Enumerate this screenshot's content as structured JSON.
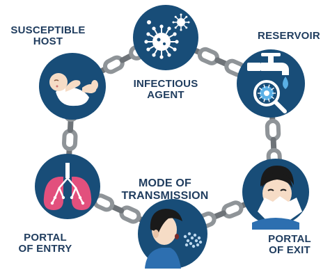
{
  "diagram": {
    "title": "",
    "nodes": [
      {
        "id": "infectious-agent",
        "lines": [
          "INFECTIOUS",
          "AGENT"
        ],
        "icon": "virus-icon"
      },
      {
        "id": "reservoir",
        "lines": [
          "RESERVOIR"
        ],
        "icon": "faucet-bacteria-icon"
      },
      {
        "id": "portal-of-exit",
        "lines": [
          "PORTAL",
          "OF EXIT"
        ],
        "icon": "sneezing-person-icon"
      },
      {
        "id": "mode-of-transmission",
        "lines": [
          "MODE OF",
          "TRANSMISSION"
        ],
        "icon": "coughing-person-icon"
      },
      {
        "id": "portal-of-entry",
        "lines": [
          "PORTAL",
          "OF ENTRY"
        ],
        "icon": "lungs-icon"
      },
      {
        "id": "susceptible-host",
        "lines": [
          "SUSCEPTIBLE",
          "HOST"
        ],
        "icon": "baby-icon"
      }
    ],
    "connector": "chain-link",
    "colors": {
      "circle": "#184d78",
      "chain": "#8f9498",
      "chain_dark": "#6e7378",
      "label": "#1f3c5e",
      "lungs": "#e2507d",
      "skin": "#f6dcc6",
      "water": "#5ab0e6"
    }
  }
}
